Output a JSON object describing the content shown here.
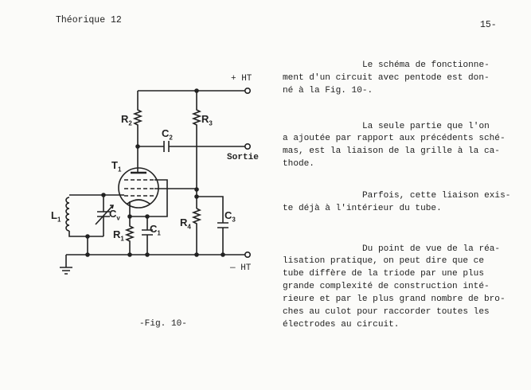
{
  "header": {
    "title": "Théorique 12",
    "page_number": "15-"
  },
  "figure": {
    "caption": "-Fig. 10-",
    "labels": {
      "plus_ht": "+ HT",
      "minus_ht": "— HT",
      "sortie": "Sortie",
      "R1": "R",
      "R1_sub": "1",
      "R2": "R",
      "R2_sub": "2",
      "R3": "R",
      "R3_sub": "3",
      "R4": "R",
      "R4_sub": "4",
      "C1": "C",
      "C1_sub": "1",
      "C2": "C",
      "C2_sub": "2",
      "C3": "C",
      "C3_sub": "3",
      "Cv": "C",
      "Cv_sub": "v",
      "L1": "L",
      "L1_sub": "1",
      "T1": "T",
      "T1_sub": "1"
    }
  },
  "paragraphs": [
    {
      "lines": [
        "Le schéma de fonctionne-",
        "ment d'un circuit avec pentode est don-",
        "né à la Fig. 10-."
      ]
    },
    {
      "lines": [
        "La seule partie que l'on",
        "a ajoutée par rapport aux précédents sché-",
        "mas, est la liaison de la grille à la ca-",
        "thode."
      ]
    },
    {
      "lines": [
        "Parfois, cette liaison exis-",
        "te déjà à l'intérieur du tube."
      ]
    },
    {
      "lines": [
        "Du point de vue de la réa-",
        "lisation pratique, on peut dire que ce",
        "tube diffère de la triode par une plus",
        "grande complexité de construction inté-",
        "rieure et par le plus grand nombre de bro-",
        "ches au culot pour raccorder toutes les",
        "électrodes au circuit."
      ]
    }
  ]
}
